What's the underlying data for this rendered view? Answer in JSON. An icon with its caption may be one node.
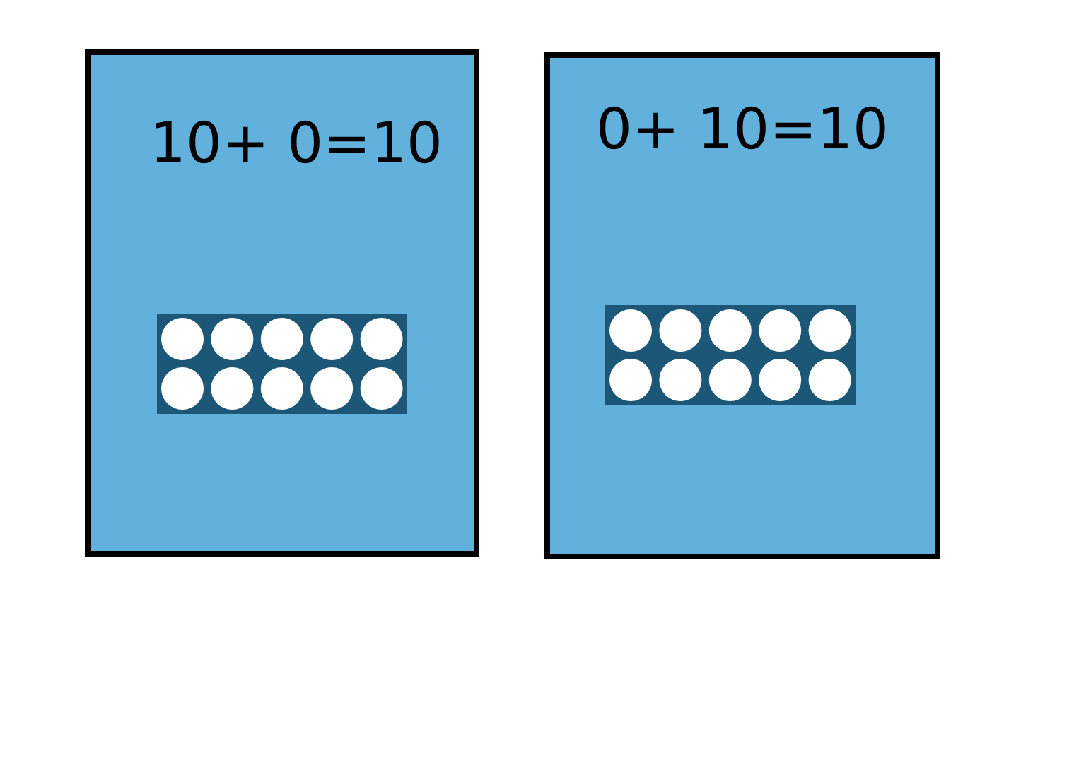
{
  "diagram": {
    "nodes": [
      {
        "text": [
          "10+ 0=10"
        ]
      },
      {
        "text": [],
        "shape": "box",
        "in": 0
      },
      {
        "text": [
          "0+ 10=10"
        ]
      },
      {
        "text": [],
        "shape": "box",
        "in": 2
      }
    ]
  }
}
